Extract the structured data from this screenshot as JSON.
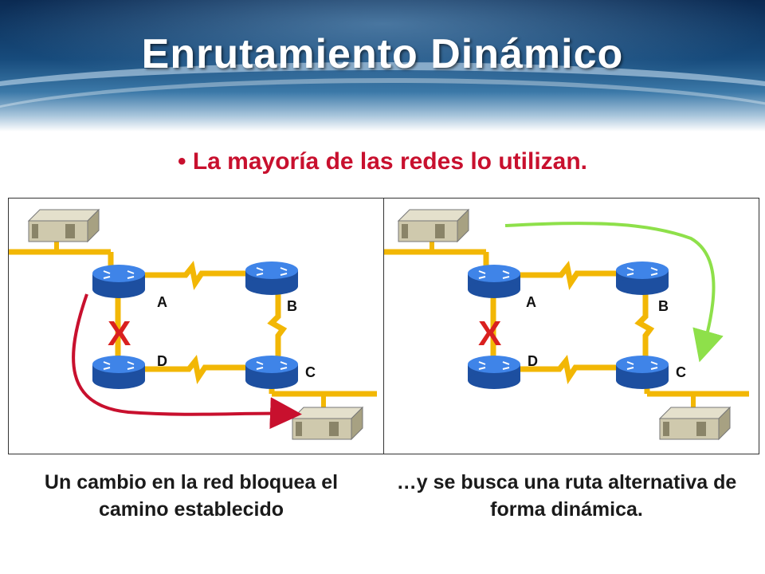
{
  "title": "Enrutamiento Dinámico",
  "bullet": "• La mayoría de las redes lo utilizan.",
  "panels": [
    {
      "routers": {
        "a": "A",
        "b": "B",
        "c": "C",
        "d": "D"
      },
      "failure_mark": "X",
      "path_color": "#c8102e"
    },
    {
      "routers": {
        "a": "A",
        "b": "B",
        "c": "C",
        "d": "D"
      },
      "failure_mark": "X",
      "path_color": "#8ee04a"
    }
  ],
  "captions": {
    "left": "Un cambio en la red bloquea el camino establecido",
    "right": "…y se busca una ruta alternativa de forma dinámica."
  },
  "colors": {
    "link": "#f2b705",
    "router": "#2f6fd6",
    "failure": "#d9201f",
    "title": "#ffffff",
    "bullet": "#c8102e"
  }
}
